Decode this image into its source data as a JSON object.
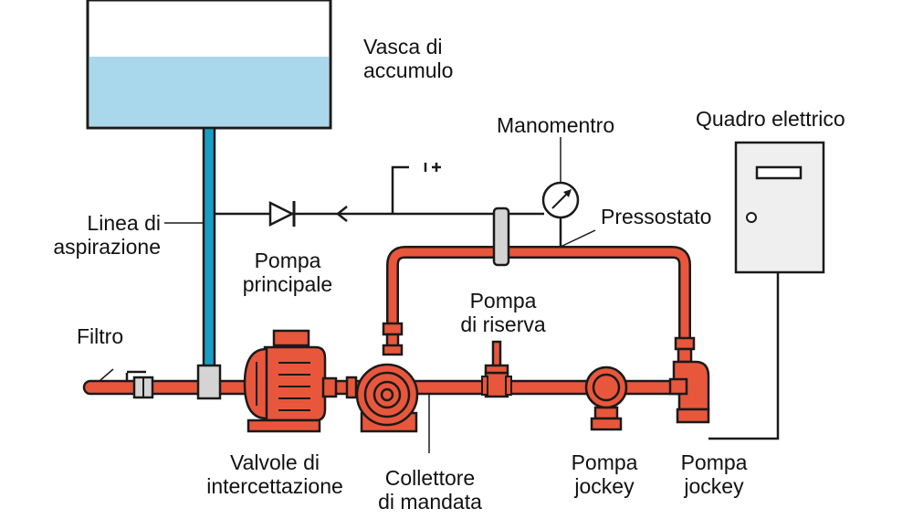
{
  "labels": {
    "tank": [
      "Vasca di",
      "accumulo"
    ],
    "manometer": "Manomentro",
    "control_panel": "Quadro elettrico",
    "pressure_switch": "Pressostato",
    "suction_line": [
      "Linea di",
      "aspirazione"
    ],
    "main_pump": [
      "Pompa",
      "principale"
    ],
    "reserve_pump": [
      "Pompa",
      "di riserva"
    ],
    "filter": "Filtro",
    "shutoff_valves": [
      "Valvole di",
      "intercettazione"
    ],
    "delivery_manifold": [
      "Collettore",
      "di mandata"
    ],
    "jockey_pump_1": [
      "Pompa",
      "jockey"
    ],
    "jockey_pump_2": [
      "Pompa",
      "jockey"
    ]
  },
  "colors": {
    "pipe": "#e8573c",
    "water": "#a9d8ec",
    "suction_pipe": "#1a9dc2",
    "outline": "#1a1a1a",
    "metal": "#d4d4d4",
    "panel": "#efefef"
  },
  "icons": [
    "tank",
    "check-valve",
    "arrow",
    "manometer",
    "control-panel",
    "pump",
    "valve",
    "filter"
  ]
}
